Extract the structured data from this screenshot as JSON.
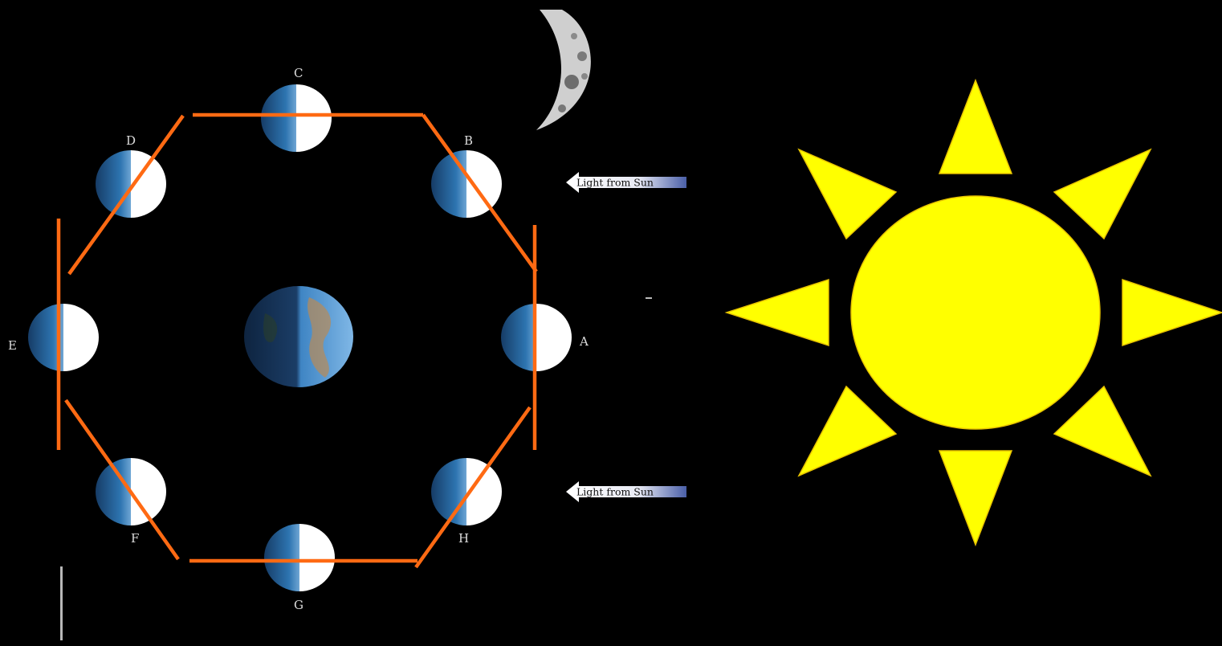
{
  "diagram": {
    "moon_labels": [
      "A",
      "B",
      "C",
      "D",
      "E",
      "F",
      "G",
      "H"
    ],
    "arrow_labels": [
      "Light from Sun",
      "Light from Sun"
    ]
  },
  "colors": {
    "background": "#000000",
    "orbit_lines": "#ff6a13",
    "sun": "#ffff00",
    "sun_outline": "#e8c400",
    "moon_lit": "#ffffff",
    "moon_dark": "#2a6aa6"
  },
  "icons": {
    "sun": "sun-icon",
    "earth": "earth-icon",
    "crescent": "crescent-moon-icon",
    "arrows": "left-arrow-icon"
  }
}
